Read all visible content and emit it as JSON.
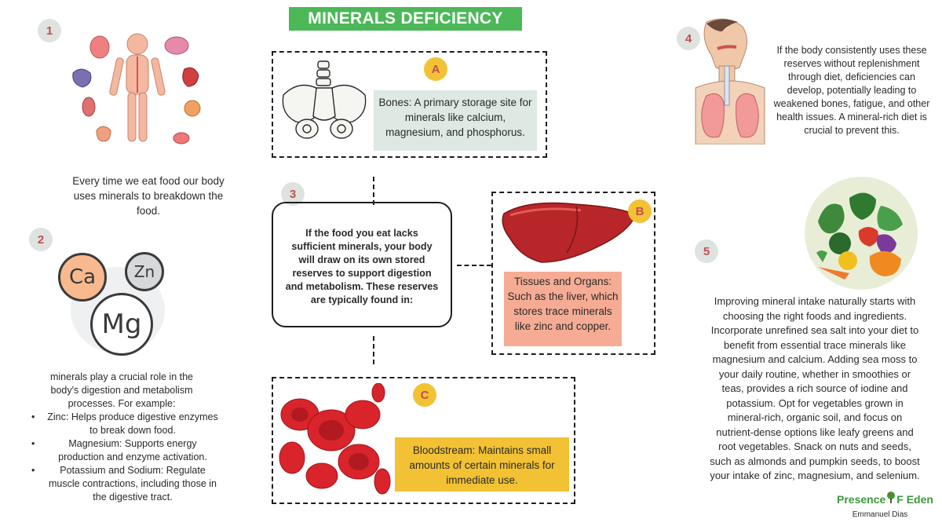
{
  "title": "MINERALS DEFICIENCY",
  "steps": {
    "s1": "1",
    "s2": "2",
    "s3": "3",
    "s4": "4",
    "s5": "5"
  },
  "section1": {
    "text": "Every time we eat food our body uses minerals to breakdown the food."
  },
  "section2": {
    "elements": [
      "Ca",
      "Zn",
      "Mg"
    ],
    "intro": "minerals play a crucial role in the body's digestion and metabolism processes. For example:",
    "bullets": [
      "Zinc: Helps produce digestive enzymes to break down food.",
      "Magnesium: Supports energy production and enzyme activation.",
      "Potassium and Sodium: Regulate muscle contractions, including those in the digestive tract."
    ]
  },
  "section3": {
    "text": "If the food you eat lacks sufficient minerals, your body will draw on its own stored reserves to support digestion and metabolism. These reserves are typically found in:"
  },
  "reserves": {
    "a": {
      "letter": "A",
      "text": "Bones: A primary storage site for minerals like calcium, magnesium, and phosphorus."
    },
    "b": {
      "letter": "B",
      "text": "Tissues and Organs: Such as the liver, which stores trace minerals like zinc and copper."
    },
    "c": {
      "letter": "C",
      "text": "Bloodstream: Maintains small amounts of certain minerals for immediate use."
    }
  },
  "section4": {
    "text": "If the body consistently uses these reserves without replenishment through diet, deficiencies can develop, potentially leading to weakened bones, fatigue, and other health issues. A mineral-rich diet is crucial to prevent this."
  },
  "section5": {
    "text": "Improving mineral intake naturally starts with choosing the right foods and ingredients. Incorporate unrefined sea salt into your diet to benefit from essential trace minerals like magnesium and calcium. Adding sea moss to your daily routine, whether in smoothies or teas, provides a rich source of iodine and potassium. Opt for vegetables grown in mineral-rich, organic soil, and focus on nutrient-dense options like leafy greens and root vegetables. Snack on nuts and seeds, such as almonds and pumpkin seeds, to boost your intake of zinc, magnesium, and selenium."
  },
  "brand": {
    "name_part1": "Presence",
    "name_part2": "F Eden",
    "author": "Emmanuel Dias"
  },
  "colors": {
    "title_bg": "#4cb858",
    "badge_bg": "#dfe3e0",
    "badge_text": "#c0504d",
    "letter_bg": "#f2c234",
    "bones_box": "#dde9e2",
    "organs_box": "#f6ac94",
    "blood_box": "#f2c234",
    "brand_green": "#3a9a3a"
  }
}
